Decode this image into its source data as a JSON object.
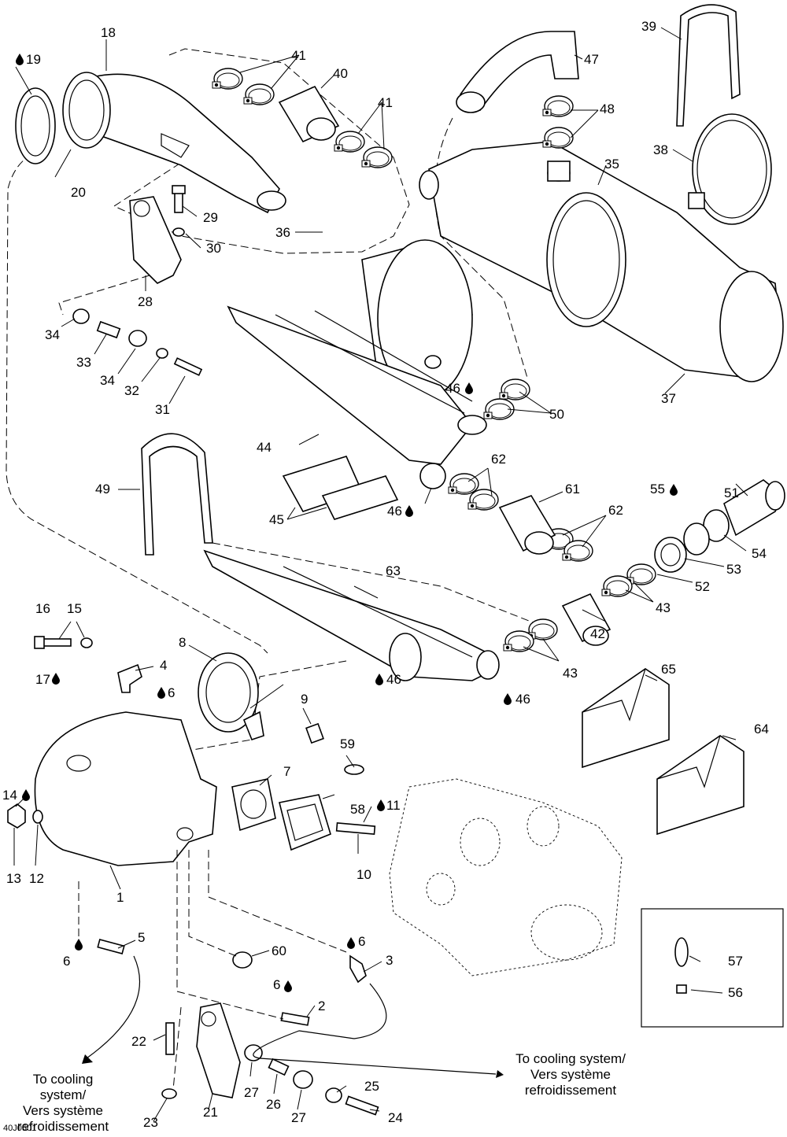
{
  "diagram_ref": "40J0501",
  "labels": {
    "p1": "1",
    "p2": "2",
    "p3": "3",
    "p4": "4",
    "p5": "5",
    "p6": "6",
    "p6b": "6",
    "p6c": "6",
    "p6d": "6",
    "p7": "7",
    "p8": "8",
    "p9": "9",
    "p10": "10",
    "p11": "11",
    "p12": "12",
    "p13": "13",
    "p14": "14",
    "p15": "15",
    "p16": "16",
    "p17": "17",
    "p18": "18",
    "p19": "19",
    "p20": "20",
    "p21": "21",
    "p22": "22",
    "p23": "23",
    "p24": "24",
    "p25": "25",
    "p26": "26",
    "p27a": "27",
    "p27b": "27",
    "p28": "28",
    "p29": "29",
    "p30": "30",
    "p31": "31",
    "p32": "32",
    "p33": "33",
    "p34a": "34",
    "p34b": "34",
    "p35": "35",
    "p36": "36",
    "p37": "37",
    "p38": "38",
    "p39": "39",
    "p40": "40",
    "p41a": "41",
    "p41b": "41",
    "p42": "42",
    "p43a": "43",
    "p43b": "43",
    "p44": "44",
    "p45": "45",
    "p46a": "46",
    "p46b": "46",
    "p46c": "46",
    "p46d": "46",
    "p47": "47",
    "p48": "48",
    "p49": "49",
    "p50": "50",
    "p51": "51",
    "p52": "52",
    "p53": "53",
    "p54": "54",
    "p55": "55",
    "p56": "56",
    "p57": "57",
    "p58": "58",
    "p59": "59",
    "p60": "60",
    "p61": "61",
    "p62a": "62",
    "p62b": "62",
    "p63": "63",
    "p64": "64",
    "p65": "65"
  },
  "notes": {
    "cooling_left": "To cooling\nsystem/\nVers système\nrefroidissement",
    "cooling_right": "To cooling system/\nVers système\nrefroidissement"
  },
  "icons": [
    "drop-icon"
  ]
}
